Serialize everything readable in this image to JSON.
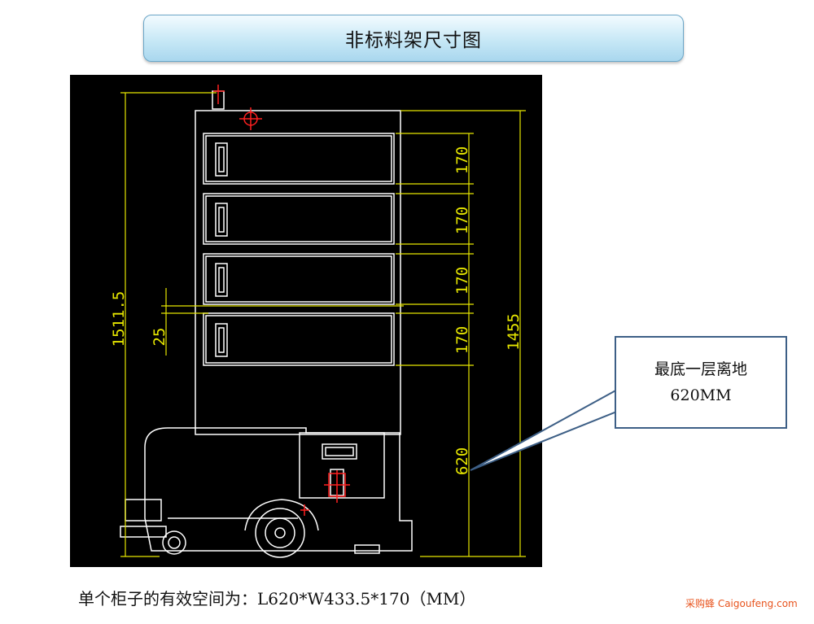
{
  "title": "非标料架尺寸图",
  "dimensions": {
    "total_height": "1511.5",
    "shelf_offset": "25",
    "layer_heights": [
      "170",
      "170",
      "170",
      "170"
    ],
    "rack_height": "1455",
    "ground_clearance": "620"
  },
  "callout": {
    "line1": "最底一层离地",
    "line2": "620MM"
  },
  "caption": "单个柜子的有效空间为：L620*W433.5*170（MM）",
  "watermark": "采购蜂 Caigoufeng.com",
  "colors": {
    "drawing_bg": "#000000",
    "lines": "#ffffff",
    "dimension": "#e6e600",
    "marker": "#ff2020",
    "callout_border": "#3d5f86"
  }
}
